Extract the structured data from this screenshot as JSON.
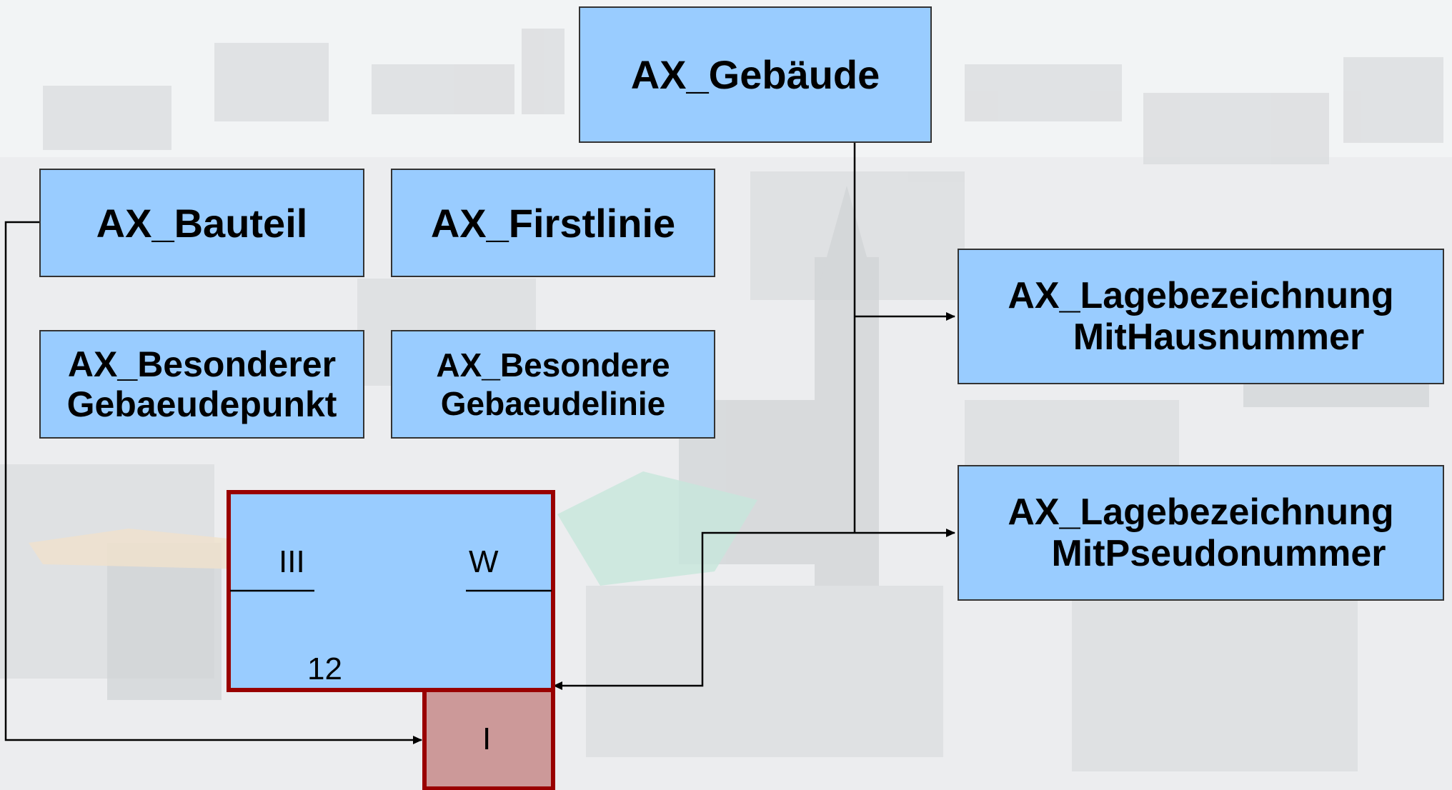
{
  "colors": {
    "box_fill": "#99ccff",
    "main_outline": "#990000",
    "annex_fill": "#cc9999",
    "background": "#dcdcdc"
  },
  "boxes": {
    "gebaeude": "AX_Gebäude",
    "bauteil": "AX_Bauteil",
    "firstlinie": "AX_Firstlinie",
    "besonderer_gebaeudepunkt": [
      "AX_Besonderer",
      "Gebaeudepunkt"
    ],
    "besondere_gebaeudelinie": [
      "AX_Besondere",
      "Gebaeudelinie"
    ],
    "lage_hausnummer": [
      "AX_Lagebezeichnung",
      "MitHausnummer"
    ],
    "lage_pseudonummer": [
      "AX_Lagebezeichnung",
      "MitPseudonummer"
    ]
  },
  "building_symbol": {
    "floors": "III",
    "function": "W",
    "house_number": "12",
    "annex_floors": "I"
  }
}
